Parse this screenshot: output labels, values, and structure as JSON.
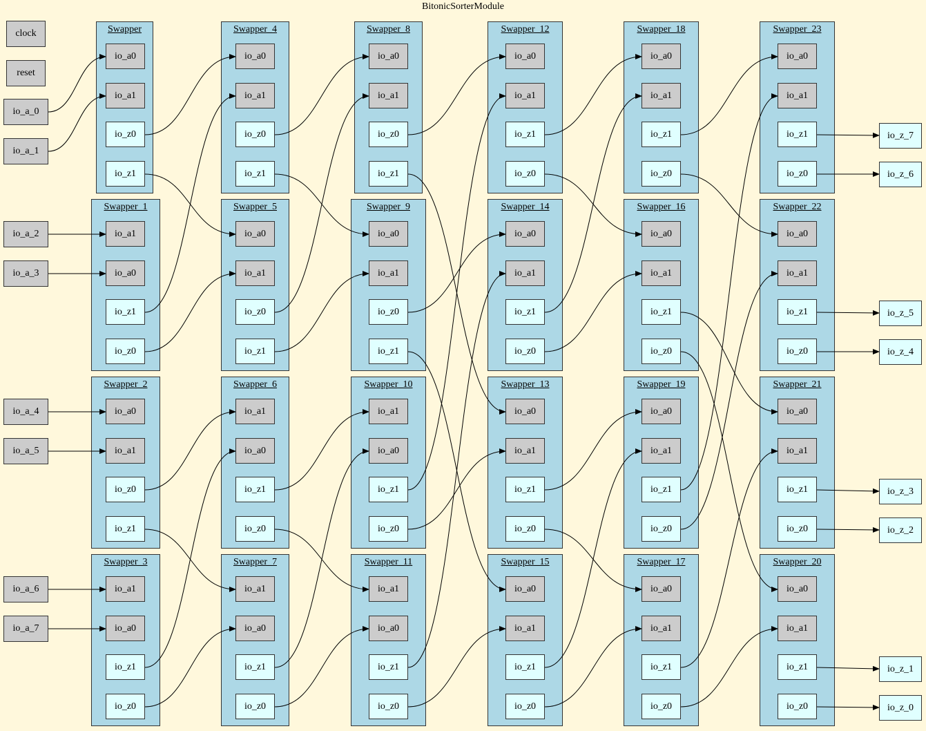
{
  "title": "BitonicSorterModule",
  "colors": {
    "background": "#fff8dc",
    "cluster": "#add8e6",
    "input_port": "#cccccc",
    "output_port": "#e0ffff"
  },
  "top_inputs": [
    "clock",
    "reset",
    "io_a_0",
    "io_a_1",
    "io_a_2",
    "io_a_3",
    "io_a_4",
    "io_a_5",
    "io_a_6",
    "io_a_7"
  ],
  "top_outputs": [
    "io_z_7",
    "io_z_6",
    "io_z_5",
    "io_z_4",
    "io_z_3",
    "io_z_2",
    "io_z_1",
    "io_z_0"
  ],
  "swappers": [
    {
      "id": "Swapper",
      "label": "Swapper",
      "col": 0,
      "row": 0,
      "ports": [
        "io_a0",
        "io_a1",
        "io_z0",
        "io_z1"
      ]
    },
    {
      "id": "Swapper_1",
      "label": "Swapper_1",
      "col": 0,
      "row": 1,
      "ports": [
        "io_a1",
        "io_a0",
        "io_z1",
        "io_z0"
      ]
    },
    {
      "id": "Swapper_2",
      "label": "Swapper_2",
      "col": 0,
      "row": 2,
      "ports": [
        "io_a0",
        "io_a1",
        "io_z0",
        "io_z1"
      ]
    },
    {
      "id": "Swapper_3",
      "label": "Swapper_3",
      "col": 0,
      "row": 3,
      "ports": [
        "io_a1",
        "io_a0",
        "io_z1",
        "io_z0"
      ]
    },
    {
      "id": "Swapper_4",
      "label": "Swapper_4",
      "col": 1,
      "row": 0,
      "ports": [
        "io_a0",
        "io_a1",
        "io_z0",
        "io_z1"
      ]
    },
    {
      "id": "Swapper_5",
      "label": "Swapper_5",
      "col": 1,
      "row": 1,
      "ports": [
        "io_a0",
        "io_a1",
        "io_z0",
        "io_z1"
      ]
    },
    {
      "id": "Swapper_6",
      "label": "Swapper_6",
      "col": 1,
      "row": 2,
      "ports": [
        "io_a1",
        "io_a0",
        "io_z1",
        "io_z0"
      ]
    },
    {
      "id": "Swapper_7",
      "label": "Swapper_7",
      "col": 1,
      "row": 3,
      "ports": [
        "io_a1",
        "io_a0",
        "io_z1",
        "io_z0"
      ]
    },
    {
      "id": "Swapper_8",
      "label": "Swapper_8",
      "col": 2,
      "row": 0,
      "ports": [
        "io_a0",
        "io_a1",
        "io_z0",
        "io_z1"
      ]
    },
    {
      "id": "Swapper_9",
      "label": "Swapper_9",
      "col": 2,
      "row": 1,
      "ports": [
        "io_a0",
        "io_a1",
        "io_z0",
        "io_z1"
      ]
    },
    {
      "id": "Swapper_10",
      "label": "Swapper_10",
      "col": 2,
      "row": 2,
      "ports": [
        "io_a1",
        "io_a0",
        "io_z1",
        "io_z0"
      ]
    },
    {
      "id": "Swapper_11",
      "label": "Swapper_11",
      "col": 2,
      "row": 3,
      "ports": [
        "io_a1",
        "io_a0",
        "io_z1",
        "io_z0"
      ]
    },
    {
      "id": "Swapper_12",
      "label": "Swapper_12",
      "col": 3,
      "row": 0,
      "ports": [
        "io_a0",
        "io_a1",
        "io_z1",
        "io_z0"
      ]
    },
    {
      "id": "Swapper_14",
      "label": "Swapper_14",
      "col": 3,
      "row": 1,
      "ports": [
        "io_a0",
        "io_a1",
        "io_z1",
        "io_z0"
      ]
    },
    {
      "id": "Swapper_13",
      "label": "Swapper_13",
      "col": 3,
      "row": 2,
      "ports": [
        "io_a0",
        "io_a1",
        "io_z1",
        "io_z0"
      ]
    },
    {
      "id": "Swapper_15",
      "label": "Swapper_15",
      "col": 3,
      "row": 3,
      "ports": [
        "io_a0",
        "io_a1",
        "io_z1",
        "io_z0"
      ]
    },
    {
      "id": "Swapper_18",
      "label": "Swapper_18",
      "col": 4,
      "row": 0,
      "ports": [
        "io_a0",
        "io_a1",
        "io_z1",
        "io_z0"
      ]
    },
    {
      "id": "Swapper_16",
      "label": "Swapper_16",
      "col": 4,
      "row": 1,
      "ports": [
        "io_a0",
        "io_a1",
        "io_z1",
        "io_z0"
      ]
    },
    {
      "id": "Swapper_19",
      "label": "Swapper_19",
      "col": 4,
      "row": 2,
      "ports": [
        "io_a0",
        "io_a1",
        "io_z1",
        "io_z0"
      ]
    },
    {
      "id": "Swapper_17",
      "label": "Swapper_17",
      "col": 4,
      "row": 3,
      "ports": [
        "io_a0",
        "io_a1",
        "io_z1",
        "io_z0"
      ]
    },
    {
      "id": "Swapper_23",
      "label": "Swapper_23",
      "col": 5,
      "row": 0,
      "ports": [
        "io_a0",
        "io_a1",
        "io_z1",
        "io_z0"
      ]
    },
    {
      "id": "Swapper_22",
      "label": "Swapper_22",
      "col": 5,
      "row": 1,
      "ports": [
        "io_a0",
        "io_a1",
        "io_z1",
        "io_z0"
      ]
    },
    {
      "id": "Swapper_21",
      "label": "Swapper_21",
      "col": 5,
      "row": 2,
      "ports": [
        "io_a0",
        "io_a1",
        "io_z1",
        "io_z0"
      ]
    },
    {
      "id": "Swapper_20",
      "label": "Swapper_20",
      "col": 5,
      "row": 3,
      "ports": [
        "io_a0",
        "io_a1",
        "io_z1",
        "io_z0"
      ]
    }
  ],
  "edges": [
    [
      "io_a_0",
      "Swapper.io_a0"
    ],
    [
      "io_a_1",
      "Swapper.io_a1"
    ],
    [
      "io_a_2",
      "Swapper_1.io_a1"
    ],
    [
      "io_a_3",
      "Swapper_1.io_a0"
    ],
    [
      "io_a_4",
      "Swapper_2.io_a0"
    ],
    [
      "io_a_5",
      "Swapper_2.io_a1"
    ],
    [
      "io_a_6",
      "Swapper_3.io_a1"
    ],
    [
      "io_a_7",
      "Swapper_3.io_a0"
    ],
    [
      "Swapper.io_z0",
      "Swapper_4.io_a0"
    ],
    [
      "Swapper.io_z1",
      "Swapper_5.io_a0"
    ],
    [
      "Swapper_1.io_z1",
      "Swapper_4.io_a1"
    ],
    [
      "Swapper_1.io_z0",
      "Swapper_5.io_a1"
    ],
    [
      "Swapper_2.io_z0",
      "Swapper_6.io_a1"
    ],
    [
      "Swapper_2.io_z1",
      "Swapper_7.io_a1"
    ],
    [
      "Swapper_3.io_z1",
      "Swapper_6.io_a0"
    ],
    [
      "Swapper_3.io_z0",
      "Swapper_7.io_a0"
    ],
    [
      "Swapper_4.io_z0",
      "Swapper_8.io_a0"
    ],
    [
      "Swapper_4.io_z1",
      "Swapper_9.io_a0"
    ],
    [
      "Swapper_5.io_z0",
      "Swapper_8.io_a1"
    ],
    [
      "Swapper_5.io_z1",
      "Swapper_9.io_a1"
    ],
    [
      "Swapper_6.io_z1",
      "Swapper_10.io_a1"
    ],
    [
      "Swapper_6.io_z0",
      "Swapper_11.io_a1"
    ],
    [
      "Swapper_7.io_z1",
      "Swapper_10.io_a0"
    ],
    [
      "Swapper_7.io_z0",
      "Swapper_11.io_a0"
    ],
    [
      "Swapper_8.io_z0",
      "Swapper_12.io_a0"
    ],
    [
      "Swapper_8.io_z1",
      "Swapper_13.io_a0"
    ],
    [
      "Swapper_9.io_z0",
      "Swapper_14.io_a0"
    ],
    [
      "Swapper_9.io_z1",
      "Swapper_15.io_a0"
    ],
    [
      "Swapper_10.io_z1",
      "Swapper_12.io_a1"
    ],
    [
      "Swapper_10.io_z0",
      "Swapper_13.io_a1"
    ],
    [
      "Swapper_11.io_z1",
      "Swapper_14.io_a1"
    ],
    [
      "Swapper_11.io_z0",
      "Swapper_15.io_a1"
    ],
    [
      "Swapper_12.io_z1",
      "Swapper_18.io_a0"
    ],
    [
      "Swapper_12.io_z0",
      "Swapper_16.io_a0"
    ],
    [
      "Swapper_14.io_z1",
      "Swapper_18.io_a1"
    ],
    [
      "Swapper_14.io_z0",
      "Swapper_16.io_a1"
    ],
    [
      "Swapper_13.io_z1",
      "Swapper_19.io_a0"
    ],
    [
      "Swapper_13.io_z0",
      "Swapper_17.io_a0"
    ],
    [
      "Swapper_15.io_z1",
      "Swapper_19.io_a1"
    ],
    [
      "Swapper_15.io_z0",
      "Swapper_17.io_a1"
    ],
    [
      "Swapper_18.io_z1",
      "Swapper_23.io_a0"
    ],
    [
      "Swapper_18.io_z0",
      "Swapper_22.io_a0"
    ],
    [
      "Swapper_16.io_z1",
      "Swapper_21.io_a0"
    ],
    [
      "Swapper_16.io_z0",
      "Swapper_20.io_a0"
    ],
    [
      "Swapper_19.io_z1",
      "Swapper_23.io_a1"
    ],
    [
      "Swapper_19.io_z0",
      "Swapper_22.io_a1"
    ],
    [
      "Swapper_17.io_z1",
      "Swapper_21.io_a1"
    ],
    [
      "Swapper_17.io_z0",
      "Swapper_20.io_a1"
    ],
    [
      "Swapper_23.io_z1",
      "io_z_7"
    ],
    [
      "Swapper_23.io_z0",
      "io_z_6"
    ],
    [
      "Swapper_22.io_z1",
      "io_z_5"
    ],
    [
      "Swapper_22.io_z0",
      "io_z_4"
    ],
    [
      "Swapper_21.io_z1",
      "io_z_3"
    ],
    [
      "Swapper_21.io_z0",
      "io_z_2"
    ],
    [
      "Swapper_20.io_z1",
      "io_z_1"
    ],
    [
      "Swapper_20.io_z0",
      "io_z_0"
    ]
  ]
}
